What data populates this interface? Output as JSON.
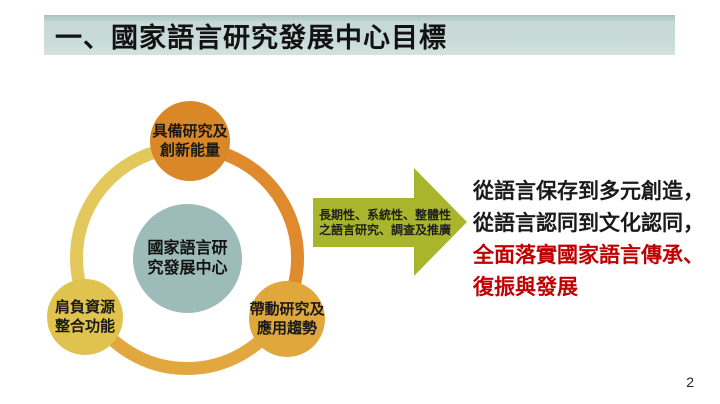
{
  "slide": {
    "title": "一、國家語言研究發展中心目標",
    "page_number": "2",
    "title_bar_color": "#c8dbd7"
  },
  "diagram": {
    "center_circle": {
      "line1": "國家語言研",
      "line2": "究發展中心",
      "color": "#9cbbb9"
    },
    "satellites": [
      {
        "position": "top",
        "line1": "具備研究及",
        "line2": "創新能量",
        "color": "#d98727"
      },
      {
        "position": "bottom-left",
        "line1": "肩負資源",
        "line2": "整合功能",
        "color": "#e0c24e"
      },
      {
        "position": "bottom-right",
        "line1": "帶動研究及",
        "line2": "應用趨勢",
        "color": "#dfa73c"
      }
    ],
    "ring_colors": {
      "yellow": "#e3c95c",
      "orange": "#de8a2d",
      "amber": "#e2a73e"
    }
  },
  "arrow": {
    "line1": "長期性、系統性、整體性",
    "line2": "之語言研究、調查及推廣",
    "color": "#a9b52c"
  },
  "goals": {
    "lines": [
      {
        "text": "從語言保存到多元創造，",
        "color": "#1a1a1a"
      },
      {
        "text": "從語言認同到文化認同，",
        "color": "#1a1a1a"
      },
      {
        "text": "全面落實國家語言傳承、",
        "color": "#c00000"
      },
      {
        "text": "復振與發展",
        "color": "#c00000"
      }
    ]
  }
}
